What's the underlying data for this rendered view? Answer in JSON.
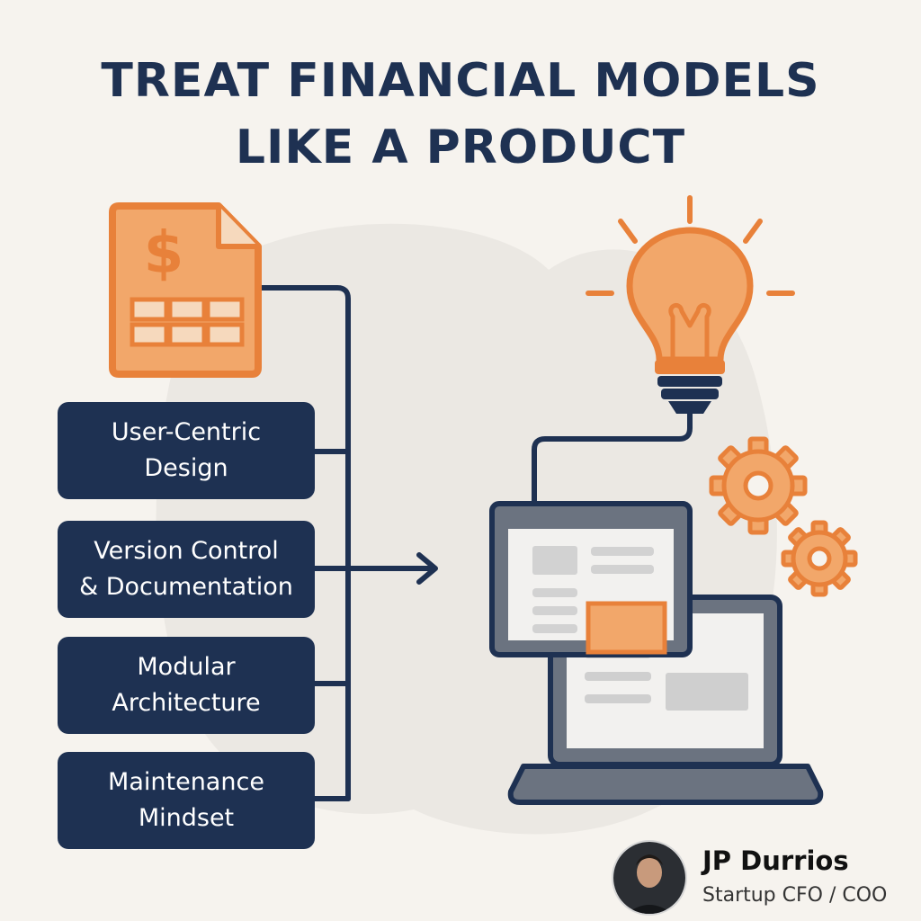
{
  "title": {
    "line1": "TREAT FINANCIAL MODELS",
    "line2": "LIKE A PRODUCT"
  },
  "icons": {
    "document": "spreadsheet-document-icon",
    "document_symbol": "$",
    "lightbulb": "lightbulb-icon",
    "gears": "gears-icon",
    "devices": "laptop-window-icon",
    "arrow": "arrow-right-icon"
  },
  "principles": [
    {
      "line1": "User-Centric",
      "line2": "Design"
    },
    {
      "line1": "Version Control",
      "line2": "& Documentation"
    },
    {
      "line1": "Modular",
      "line2": "Architecture"
    },
    {
      "line1": "Maintenance",
      "line2": "Mindset"
    }
  ],
  "author": {
    "name": "JP Durrios",
    "role": "Startup CFO / COO"
  },
  "colors": {
    "navy": "#1e3152",
    "orange": "#e8813a",
    "orange_light": "#f2a76a",
    "background": "#f6f3ee",
    "blob": "#ebe8e3",
    "gray": "#6b7380"
  }
}
